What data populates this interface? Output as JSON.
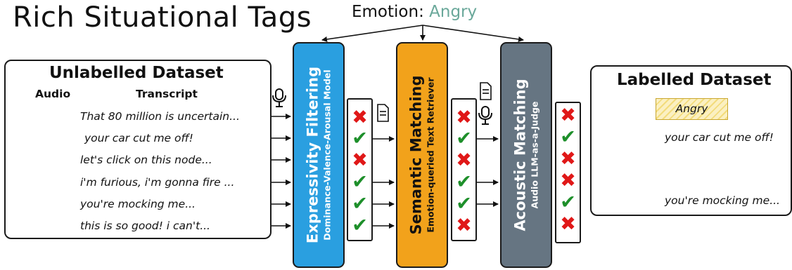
{
  "title": "Rich Situational Tags",
  "emotion": {
    "label": "Emotion:",
    "value": "Angry"
  },
  "unlabelled": {
    "title": "Unlabelled Dataset",
    "audio_header": "Audio",
    "transcript_header": "Transcript",
    "rows": [
      "That 80 million is uncertain...",
      "your car cut me off!",
      "let's click on this node...",
      "i'm furious, i'm gonna fire ...",
      "you're mocking me...",
      "this is so good! i can't..."
    ]
  },
  "stages": [
    {
      "title": "Expressivity Filtering",
      "subtitle": "Dominance-Valence-Arousal Model",
      "color": "#2a9fe0",
      "results": [
        "reject",
        "accept",
        "reject",
        "accept",
        "accept",
        "accept"
      ]
    },
    {
      "title": "Semantic Matching",
      "subtitle": "Emotion-queried Text Retriever",
      "color": "#f2a21b",
      "results": [
        "reject",
        "accept",
        "reject",
        "accept",
        "accept",
        "reject"
      ]
    },
    {
      "title": "Acoustic Matching",
      "subtitle": "Audio LLM-as-a-Judge",
      "color": "#667582",
      "results": [
        "reject",
        "accept",
        "reject",
        "reject",
        "accept",
        "reject"
      ]
    }
  ],
  "labelled": {
    "title": "Labelled Dataset",
    "tag": "Angry",
    "rows": [
      "your car cut me off!",
      "you're mocking me..."
    ]
  }
}
